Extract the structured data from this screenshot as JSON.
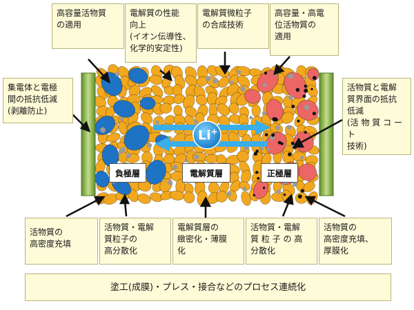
{
  "annotations": {
    "top_1": "高容量活物質\nの適用",
    "top_2": "電解質の性能\n向上\n(イオン伝導性、\n化学的安定性)",
    "top_3": "電解質微粒子\nの合成技術",
    "top_4": "高容量・高電\n位活物質の\n適用",
    "left": "集電体と電極\n間の抵抗低減\n(剥離防止)",
    "right": "活物質と電解\n質界面の抵抗\n低減\n(活 物 質 コ ー ト\n技術)",
    "bottom_1": "活物質の\n高密度充填",
    "bottom_2": "活物質・電解\n質粒子の\n高分散化",
    "bottom_3": "電解質層の\n緻密化・薄膜\n化",
    "bottom_4": "活物質・電解\n質 粒 子 の 高\n分散化",
    "bottom_5": "活物質の\n高密度充填、\n厚膜化",
    "process": "塗工(成膜)・プレス・接合などのプロセス連続化"
  },
  "layers": {
    "negative": "負極層",
    "electrolyte": "電解質層",
    "positive": "正極層"
  },
  "ion": {
    "symbol": "Li",
    "charge": "+"
  },
  "colors": {
    "negative_particle": "#1f73c4",
    "electrolyte_particle": "#f2a81e",
    "positive_particle": "#ec6666",
    "collector": "#8fb84c",
    "arrow": "#3aaee8",
    "note_bg": "#fdfbd8"
  }
}
